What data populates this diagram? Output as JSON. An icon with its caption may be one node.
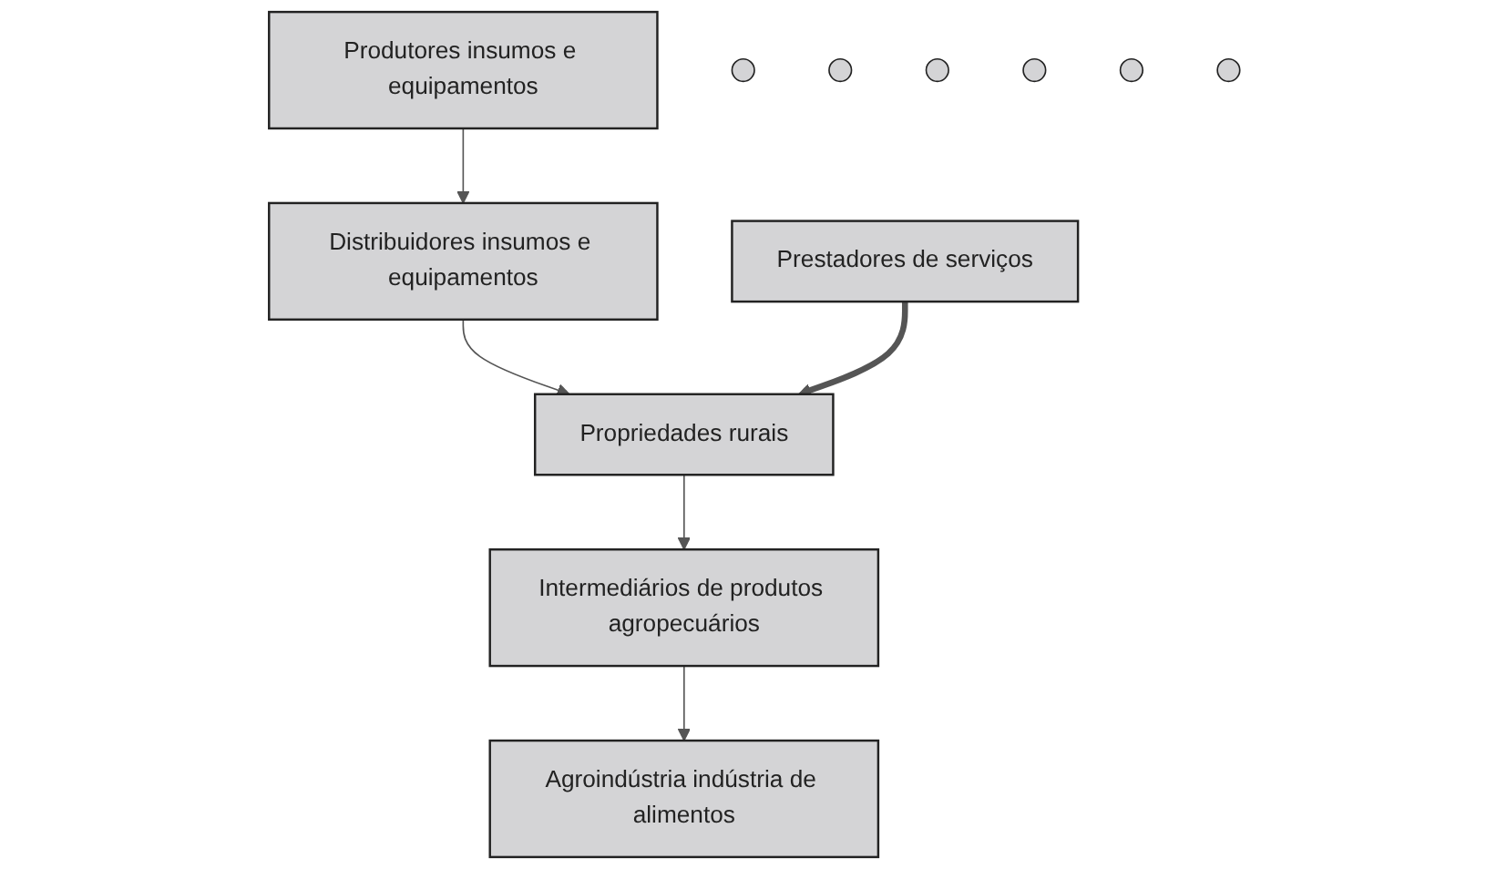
{
  "diagram": {
    "nodes": [
      {
        "text": [
          "Produtores insumos e equipamentos"
        ]
      },
      {
        "text": [
          "Distribuidores insumos e equipamentos"
        ]
      },
      {
        "text": [
          "Propriedades rurais"
        ]
      },
      {
        "text": [
          "Intermediários de produtos agropecuários"
        ]
      },
      {
        "text": [
          "Agroindústria indústria de alimentos"
        ]
      },
      {
        "text": [
          "Prestadores de serviços"
        ]
      },
      {
        "text": [],
        "shape": "circle"
      },
      {
        "text": [],
        "shape": "circle"
      },
      {
        "text": [],
        "shape": "circle"
      },
      {
        "text": [],
        "shape": "circle"
      },
      {
        "text": [],
        "shape": "circle"
      },
      {
        "text": [],
        "shape": "circle"
      }
    ],
    "edges": [
      {
        "from": 0,
        "to": 1,
        "arrow": "to"
      },
      {
        "from": 1,
        "to": 2,
        "arrow": "to"
      },
      {
        "from": 2,
        "to": 3,
        "arrow": "to"
      },
      {
        "from": 3,
        "to": 4,
        "arrow": "to"
      },
      {
        "from": 5,
        "to": 2,
        "arrow": "to",
        "style": "thick"
      }
    ]
  }
}
